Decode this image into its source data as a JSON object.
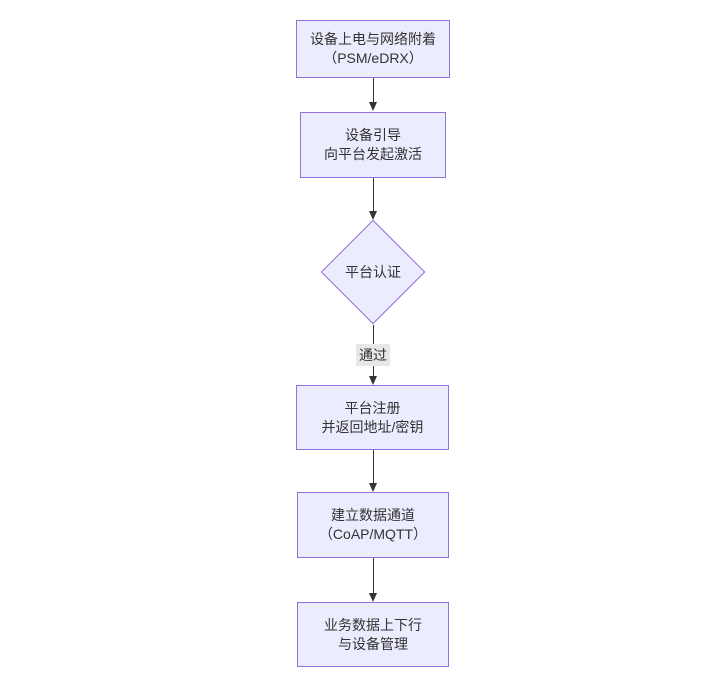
{
  "diagram": {
    "type": "flowchart",
    "direction": "top-down",
    "colors": {
      "canvas_bg": "#ffffff",
      "node_fill": "#ECECFF",
      "node_border": "#9370DB",
      "text": "#333333",
      "arrow": "#333333",
      "edge_label_bg": "#e8e8e8"
    },
    "nodes": [
      {
        "id": "power-on",
        "shape": "rect",
        "line1": "设备上电与网络附着",
        "line2": "（PSM/eDRX）"
      },
      {
        "id": "bootstrap",
        "shape": "rect",
        "line1": "设备引导",
        "line2": "向平台发起激活"
      },
      {
        "id": "auth",
        "shape": "diamond",
        "line1": "平台认证",
        "line2": ""
      },
      {
        "id": "register",
        "shape": "rect",
        "line1": "平台注册",
        "line2": "并返回地址/密钥"
      },
      {
        "id": "channel",
        "shape": "rect",
        "line1": "建立数据通道",
        "line2": "（CoAP/MQTT）"
      },
      {
        "id": "business",
        "shape": "rect",
        "line1": "业务数据上下行",
        "line2": "与设备管理"
      }
    ],
    "edges": [
      {
        "from": "power-on",
        "to": "bootstrap",
        "label": ""
      },
      {
        "from": "bootstrap",
        "to": "auth",
        "label": ""
      },
      {
        "from": "auth",
        "to": "register",
        "label": "通过"
      },
      {
        "from": "register",
        "to": "channel",
        "label": ""
      },
      {
        "from": "channel",
        "to": "business",
        "label": ""
      }
    ]
  }
}
